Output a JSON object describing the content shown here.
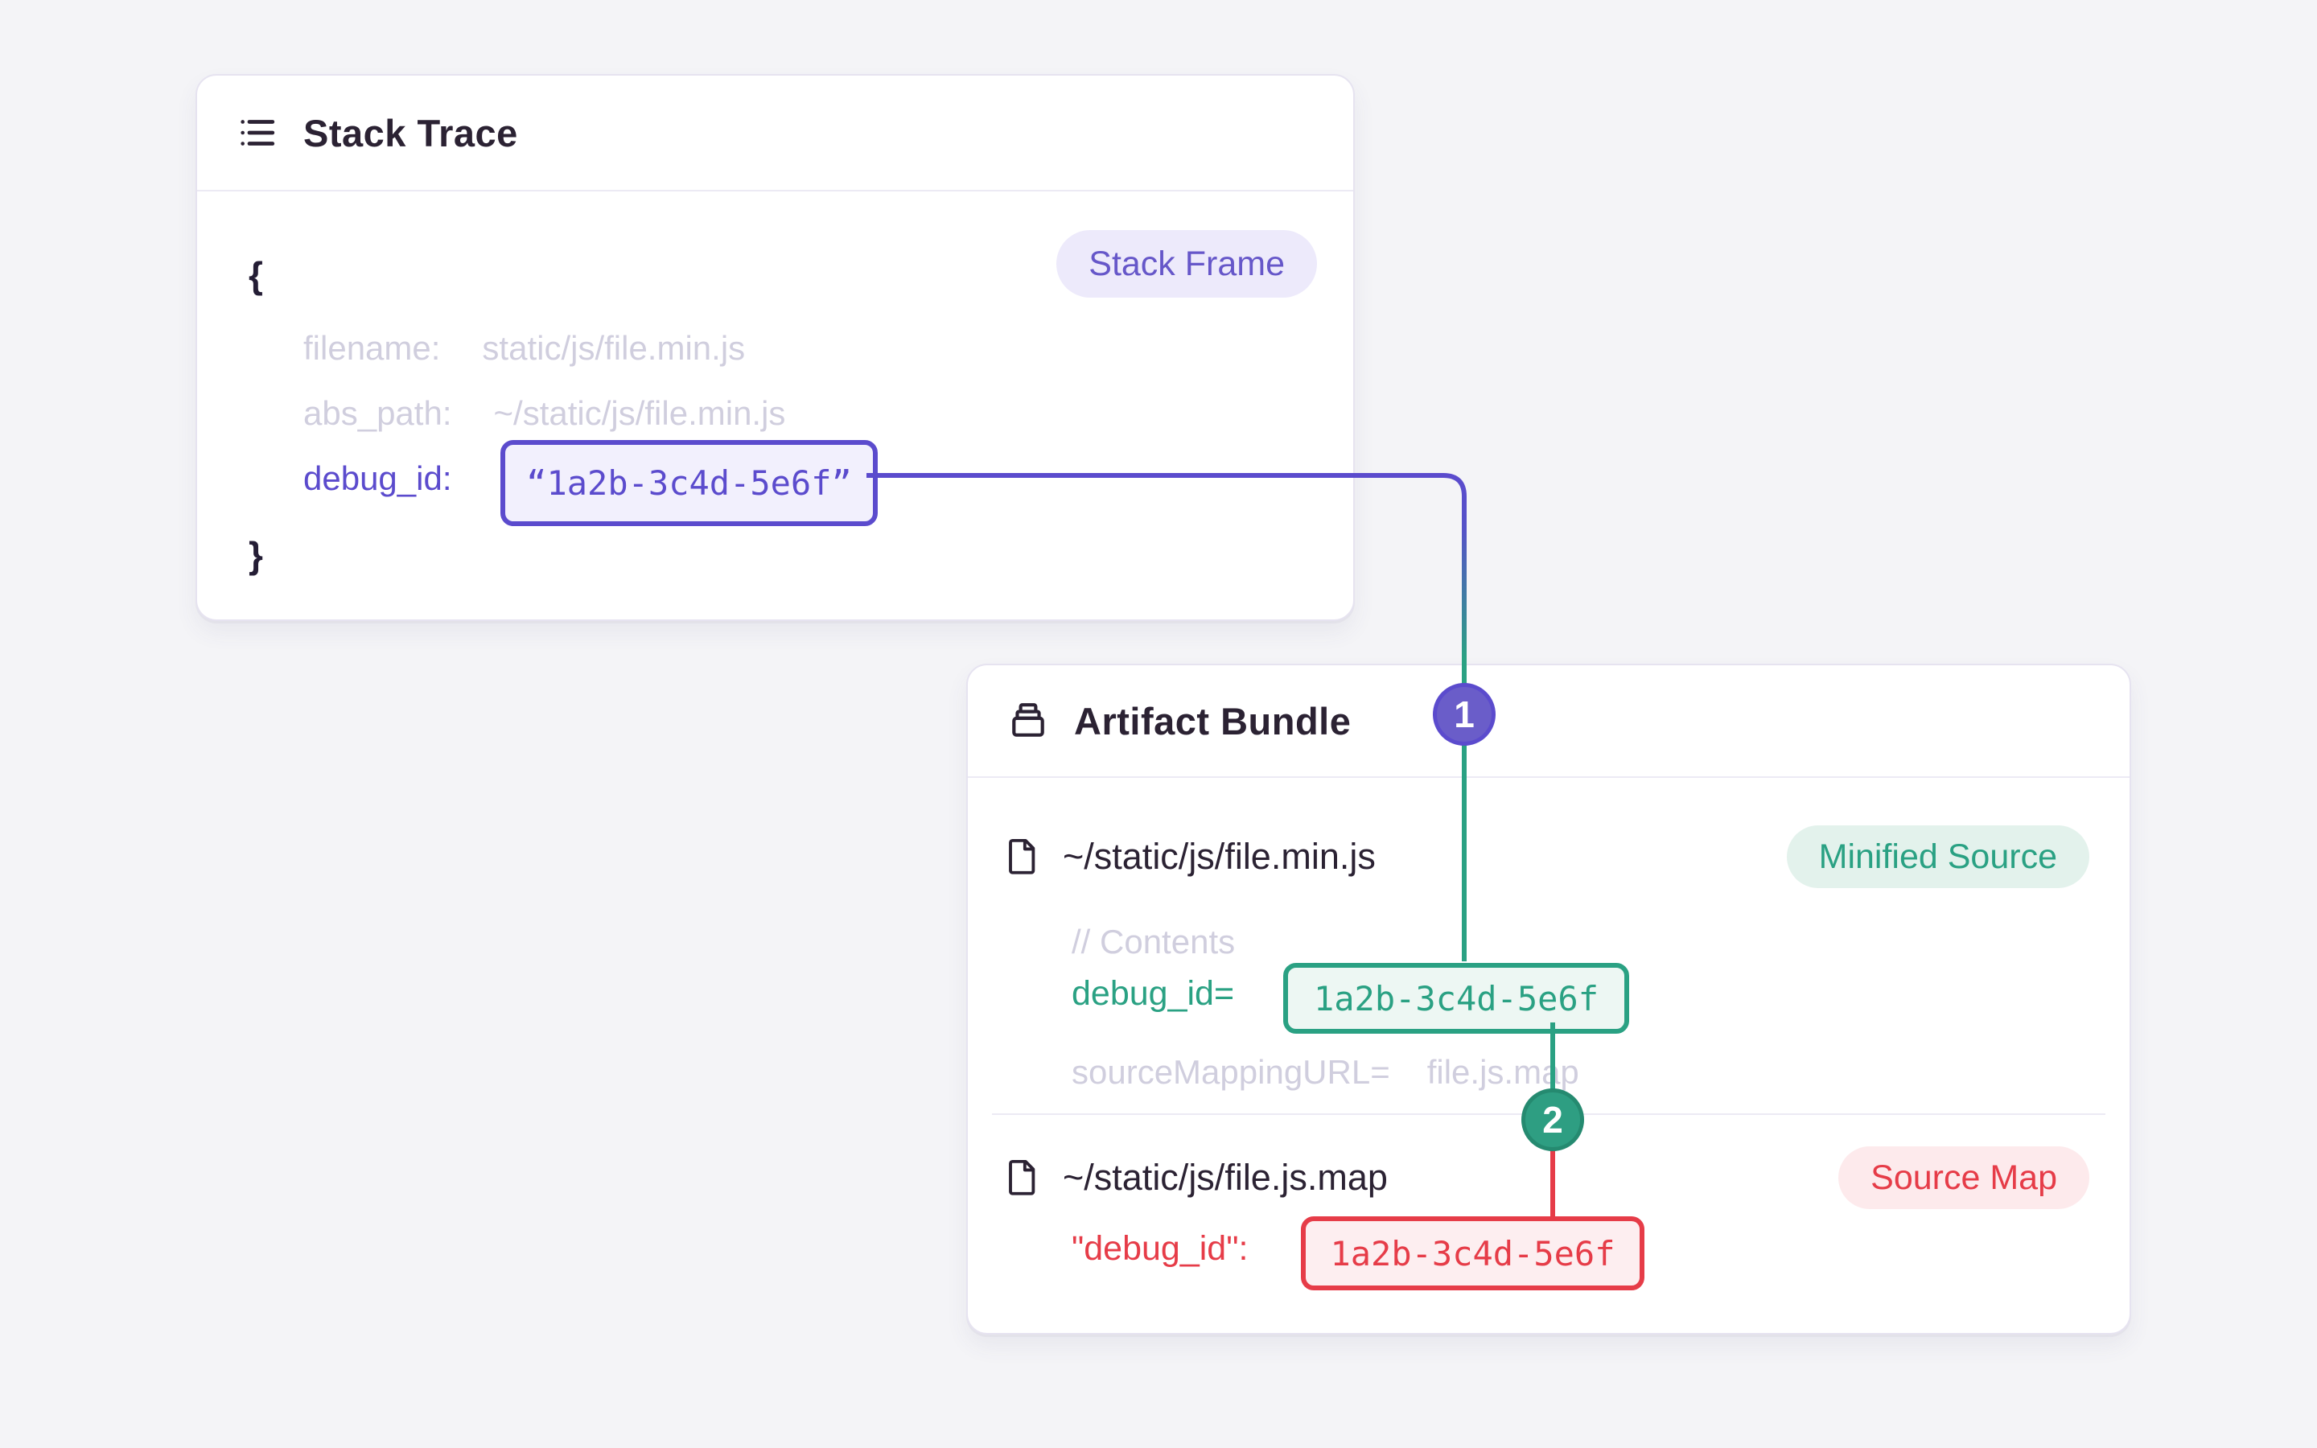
{
  "colors": {
    "background": "#f4f4f7",
    "card_bg": "#ffffff",
    "card_border": "#e6e3f0",
    "divider": "#eceaf4",
    "dark_text": "#2b2233",
    "muted_text": "#d0cede",
    "purple": "#5b4bcd",
    "purple_bg": "#f2f0fd",
    "purple_pill_bg": "#edeafb",
    "purple_pill_text": "#6657c9",
    "badge1_bg": "#6a5dc9",
    "green": "#2aa183",
    "green_bg": "#edf7f3",
    "green_pill_bg": "#e3f2ec",
    "badge2_bg": "#2e9e82",
    "red": "#e63c48",
    "red_bg": "#fdeef0",
    "red_pill_bg": "#fdeaec"
  },
  "stack_trace": {
    "title": "Stack Trace",
    "frame_badge": "Stack Frame",
    "brace_open": "{",
    "brace_close": "}",
    "filename_key": "filename:",
    "filename_value": "static/js/file.min.js",
    "abs_path_key": "abs_path:",
    "abs_path_value": "~/static/js/file.min.js",
    "debug_id_key": "debug_id:",
    "debug_id_value": "“1a2b-3c4d-5e6f”"
  },
  "artifact_bundle": {
    "title": "Artifact Bundle",
    "minified": {
      "path": "~/static/js/file.min.js",
      "badge": "Minified Source",
      "comment": "// Contents",
      "debug_id_key": "debug_id=",
      "debug_id_value": "1a2b-3c4d-5e6f",
      "source_mapping_key": "sourceMappingURL=",
      "source_mapping_value": "file.js.map"
    },
    "source_map": {
      "path": "~/static/js/file.js.map",
      "badge": "Source Map",
      "debug_id_key": "\"debug_id\":",
      "debug_id_value": "1a2b-3c4d-5e6f"
    }
  },
  "connector_badges": {
    "step1": "1",
    "step2": "2"
  }
}
